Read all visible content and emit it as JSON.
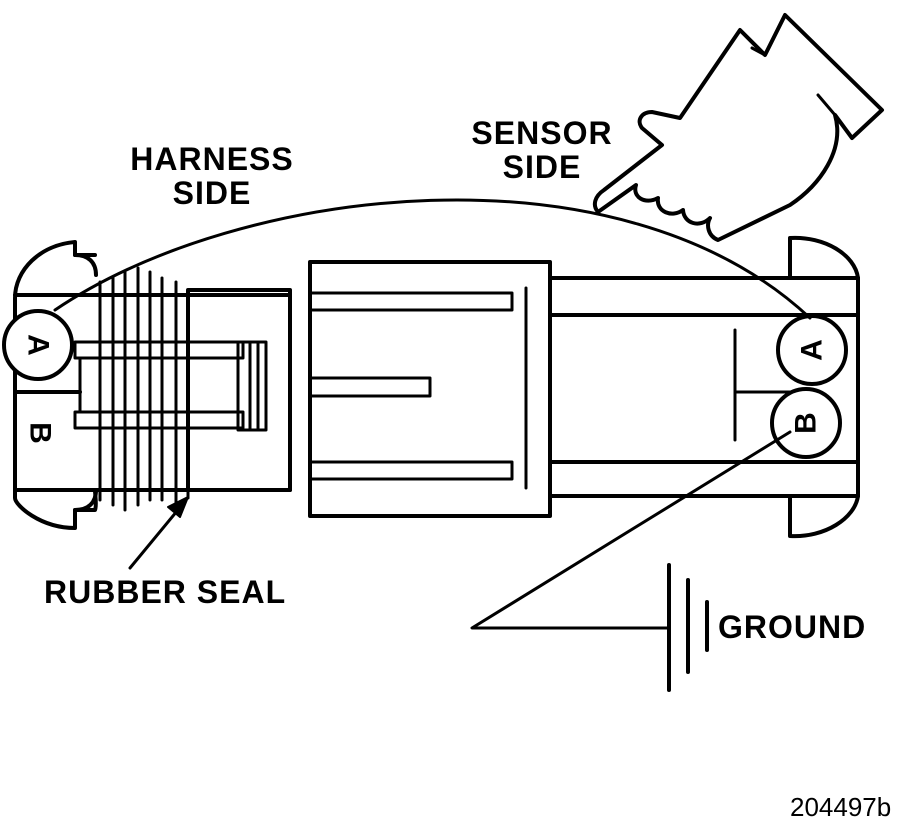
{
  "labels": {
    "harness_line1": "HARNESS",
    "harness_line2": "SIDE",
    "sensor_line1": "SENSOR",
    "sensor_line2": "SIDE",
    "rubber_seal": "RUBBER SEAL",
    "ground": "GROUND",
    "ref_number": "204497b"
  },
  "terminals": {
    "harness_a": "A",
    "harness_b": "B",
    "sensor_a": "A",
    "sensor_b": "B"
  },
  "colors": {
    "line": "#000000",
    "background": "#ffffff"
  },
  "icons": {
    "pointer": "pointing-hand-icon",
    "ground": "ground-symbol-icon"
  }
}
